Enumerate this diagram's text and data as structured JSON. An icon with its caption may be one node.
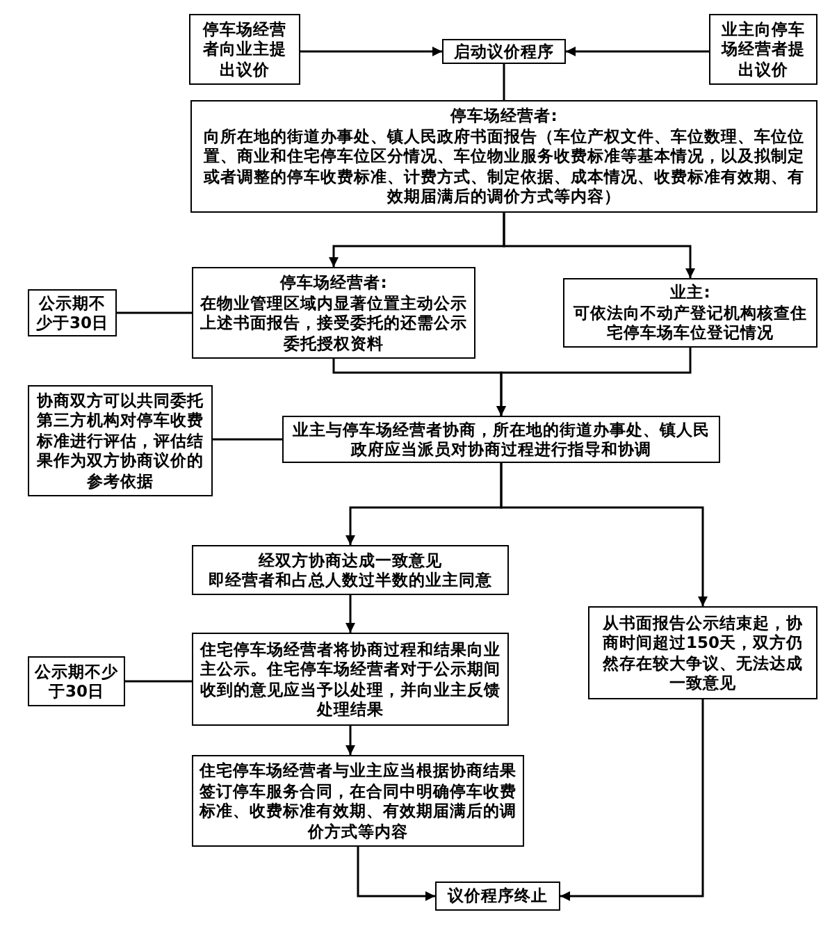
{
  "diagram": {
    "nodes": [
      {
        "text": [
          "停车场经营者向业主提出议价"
        ]
      },
      {
        "text": [
          "启动议价程序"
        ]
      },
      {
        "text": [
          "业主向停车场经营者提出议价"
        ]
      },
      {
        "text": [
          "停车场经营者:",
          "向所在地的街道办事处、镇人民政府书面报告（车位产权文件、车位数理、车位位置、商业和住宅停车位区分情况、车位物业服务收费标准等基本情况，以及拟制定或者调整的停车收费标准、计费方式、制定依据、成本情况、收费标准有效期、有效期届满后的调价方式等内容）"
        ]
      },
      {
        "text": [
          "公示期不少于30日"
        ]
      },
      {
        "text": [
          "停车场经营者:",
          "在物业管理区域内显著位置主动公示上述书面报告，接受委托的还需公示委托授权资料"
        ]
      },
      {
        "text": [
          "业主:",
          "可依法向不动产登记机构核查住宅停车场车位登记情况"
        ]
      },
      {
        "text": [
          "协商双方可以共同委托第三方机构对停车收费标准进行评估，评估结果作为双方协商议价的参考依据"
        ]
      },
      {
        "text": [
          "业主与停车场经营者协商，所在地的街道办事处、镇人民政府应当派员对协商过程进行指导和协调"
        ]
      },
      {
        "text": [
          "经双方协商达成一致意见",
          "即经营者和占总人数过半数的业主同意"
        ]
      },
      {
        "text": [
          "公示期不少于30日"
        ]
      },
      {
        "text": [
          "住宅停车场经营者将协商过程和结果向业主公示。住宅停车场经营者对于公示期间收到的意见应当予以处理，并向业主反馈处理结果"
        ]
      },
      {
        "text": [
          "住宅停车场经营者与业主应当根据协商结果签订停车服务合同，在合同中明确停车收费标准、收费标准有效期、有效期届满后的调价方式等内容"
        ]
      },
      {
        "text": [
          "议价程序终止"
        ]
      },
      {
        "text": [
          "从书面报告公示结束起，协商时间超过150天，双方仍然存在较大争议、无法达成一致意见"
        ]
      }
    ],
    "edges": [
      {
        "from": 0,
        "to": 1,
        "arrow": "to"
      },
      {
        "from": 2,
        "to": 1,
        "arrow": "to"
      },
      {
        "from": 1,
        "to": 3,
        "arrow": "none"
      },
      {
        "from": 3,
        "to": 5,
        "arrow": "to"
      },
      {
        "from": 3,
        "to": 6,
        "arrow": "to"
      },
      {
        "from": 4,
        "to": 5,
        "arrow": "none"
      },
      {
        "from": 5,
        "to": 8,
        "arrow": "to"
      },
      {
        "from": 6,
        "to": 8,
        "arrow": "to"
      },
      {
        "from": 7,
        "to": 8,
        "arrow": "none"
      },
      {
        "from": 8,
        "to": 9,
        "arrow": "to"
      },
      {
        "from": 8,
        "to": 14,
        "arrow": "to"
      },
      {
        "from": 9,
        "to": 11,
        "arrow": "to"
      },
      {
        "from": 10,
        "to": 11,
        "arrow": "none"
      },
      {
        "from": 11,
        "to": 12,
        "arrow": "to"
      },
      {
        "from": 12,
        "to": 13,
        "arrow": "to"
      },
      {
        "from": 14,
        "to": 13,
        "arrow": "to"
      }
    ]
  }
}
